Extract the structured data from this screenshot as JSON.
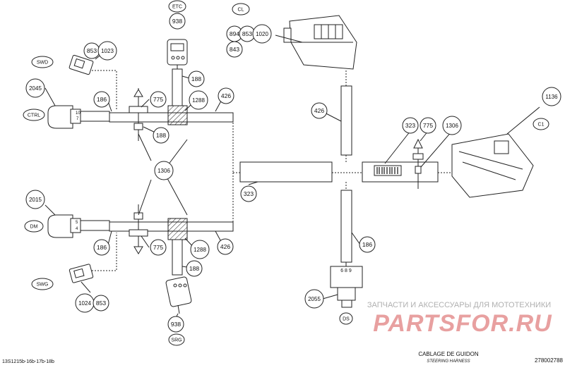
{
  "callouts": {
    "c_938_top": "938",
    "c_853_top": "853",
    "c_1023": "1023",
    "c_894": "894",
    "c_853_cl": "853",
    "c_1020": "1020",
    "c_843": "843",
    "c_2045": "2045",
    "c_186_upper": "186",
    "c_775_upper": "775",
    "c_188_upper_right": "188",
    "c_1288_upper": "1288",
    "c_426_upper": "426",
    "c_188_upper_low": "188",
    "c_426_mid": "426",
    "c_1306_left": "1306",
    "c_323_left": "323",
    "c_323_right": "323",
    "c_775_right": "775",
    "c_1306_right": "1306",
    "c_1136": "1136",
    "c_2015": "2015",
    "c_186_lower": "186",
    "c_775_lower": "775",
    "c_1288_lower": "1288",
    "c_426_lower": "426",
    "c_188_lower": "188",
    "c_186_right": "186",
    "c_2055": "2055",
    "c_1024": "1024",
    "c_853_bottom": "853",
    "c_938_bottom": "938"
  },
  "tags": {
    "etc": "ETC",
    "cl": "CL",
    "swd": "SWD",
    "ctrl": "CTRL",
    "c1": "C1",
    "dm": "DM",
    "swg": "SWG",
    "ds": "DS",
    "srg": "SRG"
  },
  "pins": {
    "ctrl_a": "10",
    "ctrl_b": "7",
    "dm_a": "5",
    "dm_b": "4",
    "ds": "6 8 9"
  },
  "footer": {
    "left_code": "13S1215b-16b-17b-18b",
    "title": "CABLAGE DE GUIDON",
    "subtitle": "STEERING HARNESS",
    "ref": "278002788"
  },
  "watermark": {
    "tagline": "ЗАПЧАСТИ И АКСЕССУАРЫ ДЛЯ МОТОТЕХНИКИ",
    "brand": "PARTSFOR.RU"
  },
  "colors": {
    "line": "#222222",
    "watermark_red": "#e8a0a0",
    "watermark_grey": "#b0b0b0"
  }
}
